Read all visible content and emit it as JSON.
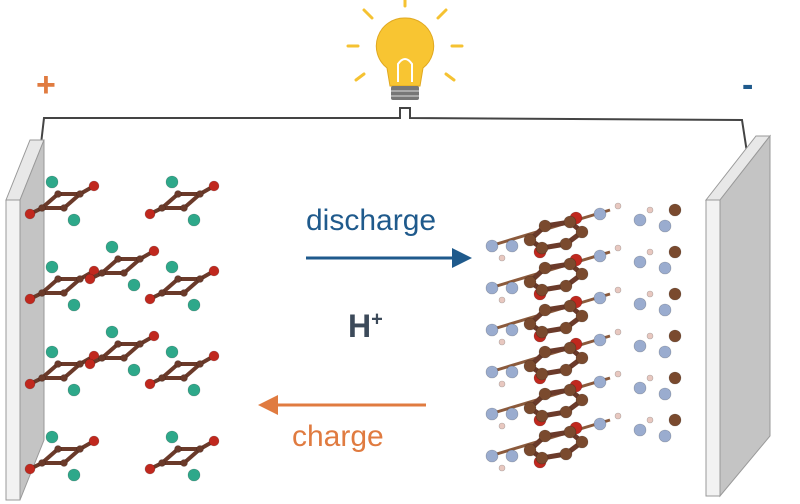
{
  "labels": {
    "positive": "+",
    "negative": "-",
    "discharge": "discharge",
    "ion": "H",
    "ion_charge": "+",
    "charge": "charge"
  },
  "colors": {
    "positive": "#e07b40",
    "negative": "#1f5a8c",
    "carbon": "#6b3a2a",
    "oxygen": "#c0281e",
    "chlorine": "#2ea88a",
    "nitrogen": "#9aaccf",
    "hydrogen": "#e8c8c0",
    "electrode": "#bdbdbd",
    "bulb": "#f7c531"
  }
}
